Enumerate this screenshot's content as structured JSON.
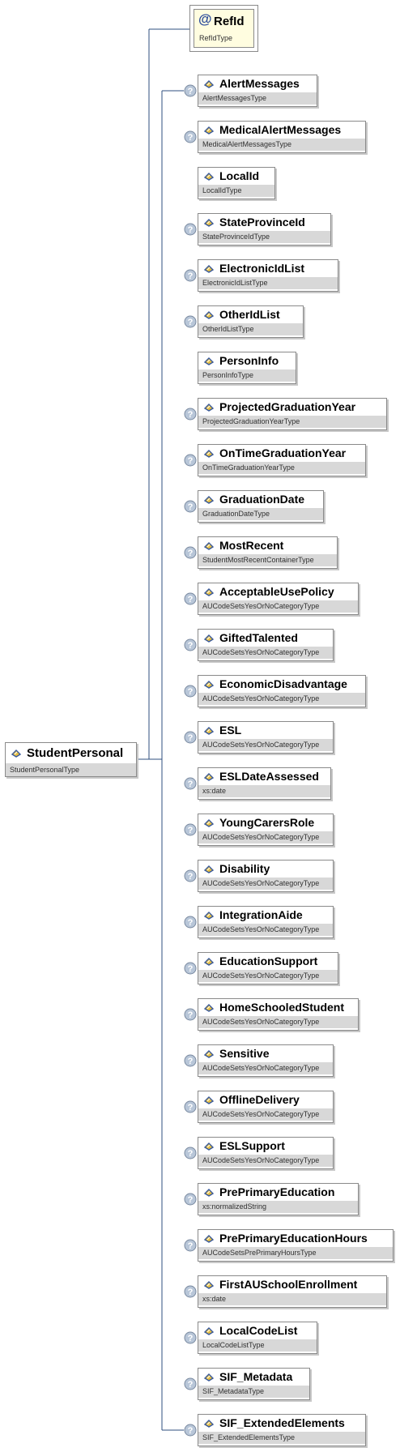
{
  "root": {
    "name": "StudentPersonal",
    "type": "StudentPersonalType"
  },
  "attribute": {
    "symbol": "@",
    "name": "RefId",
    "type": "RefIdType"
  },
  "elements": [
    {
      "name": "AlertMessages",
      "type": "AlertMessagesType",
      "optional": true
    },
    {
      "name": "MedicalAlertMessages",
      "type": "MedicalAlertMessagesType",
      "optional": true
    },
    {
      "name": "LocalId",
      "type": "LocalIdType",
      "optional": false
    },
    {
      "name": "StateProvinceId",
      "type": "StateProvinceIdType",
      "optional": true
    },
    {
      "name": "ElectronicIdList",
      "type": "ElectronicIdListType",
      "optional": true
    },
    {
      "name": "OtherIdList",
      "type": "OtherIdListType",
      "optional": true
    },
    {
      "name": "PersonInfo",
      "type": "PersonInfoType",
      "optional": false
    },
    {
      "name": "ProjectedGraduationYear",
      "type": "ProjectedGraduationYearType",
      "optional": true
    },
    {
      "name": "OnTimeGraduationYear",
      "type": "OnTimeGraduationYearType",
      "optional": true
    },
    {
      "name": "GraduationDate",
      "type": "GraduationDateType",
      "optional": true
    },
    {
      "name": "MostRecent",
      "type": "StudentMostRecentContainerType",
      "optional": true
    },
    {
      "name": "AcceptableUsePolicy",
      "type": "AUCodeSetsYesOrNoCategoryType",
      "optional": true
    },
    {
      "name": "GiftedTalented",
      "type": "AUCodeSetsYesOrNoCategoryType",
      "optional": true
    },
    {
      "name": "EconomicDisadvantage",
      "type": "AUCodeSetsYesOrNoCategoryType",
      "optional": true
    },
    {
      "name": "ESL",
      "type": "AUCodeSetsYesOrNoCategoryType",
      "optional": true
    },
    {
      "name": "ESLDateAssessed",
      "type": "xs:date",
      "optional": true
    },
    {
      "name": "YoungCarersRole",
      "type": "AUCodeSetsYesOrNoCategoryType",
      "optional": true
    },
    {
      "name": "Disability",
      "type": "AUCodeSetsYesOrNoCategoryType",
      "optional": true
    },
    {
      "name": "IntegrationAide",
      "type": "AUCodeSetsYesOrNoCategoryType",
      "optional": true
    },
    {
      "name": "EducationSupport",
      "type": "AUCodeSetsYesOrNoCategoryType",
      "optional": true
    },
    {
      "name": "HomeSchooledStudent",
      "type": "AUCodeSetsYesOrNoCategoryType",
      "optional": true
    },
    {
      "name": "Sensitive",
      "type": "AUCodeSetsYesOrNoCategoryType",
      "optional": true
    },
    {
      "name": "OfflineDelivery",
      "type": "AUCodeSetsYesOrNoCategoryType",
      "optional": true
    },
    {
      "name": "ESLSupport",
      "type": "AUCodeSetsYesOrNoCategoryType",
      "optional": true
    },
    {
      "name": "PrePrimaryEducation",
      "type": "xs:normalizedString",
      "optional": true
    },
    {
      "name": "PrePrimaryEducationHours",
      "type": "AUCodeSetsPrePrimaryHoursType",
      "optional": true
    },
    {
      "name": "FirstAUSchoolEnrollment",
      "type": "xs:date",
      "optional": true
    },
    {
      "name": "LocalCodeList",
      "type": "LocalCodeListType",
      "optional": true
    },
    {
      "name": "SIF_Metadata",
      "type": "SIF_MetadataType",
      "optional": true
    },
    {
      "name": "SIF_ExtendedElements",
      "type": "SIF_ExtendedElementsType",
      "optional": true
    }
  ],
  "colors": {
    "connector": "#2f4f7f",
    "optional_icon": "#b8c6d8",
    "element_icon": "#e8c040",
    "attribute_bg": "#fffde0"
  },
  "icons": {
    "element": "element-diamond-icon",
    "optional": "question-mark-icon",
    "attribute": "at-sign-icon"
  }
}
